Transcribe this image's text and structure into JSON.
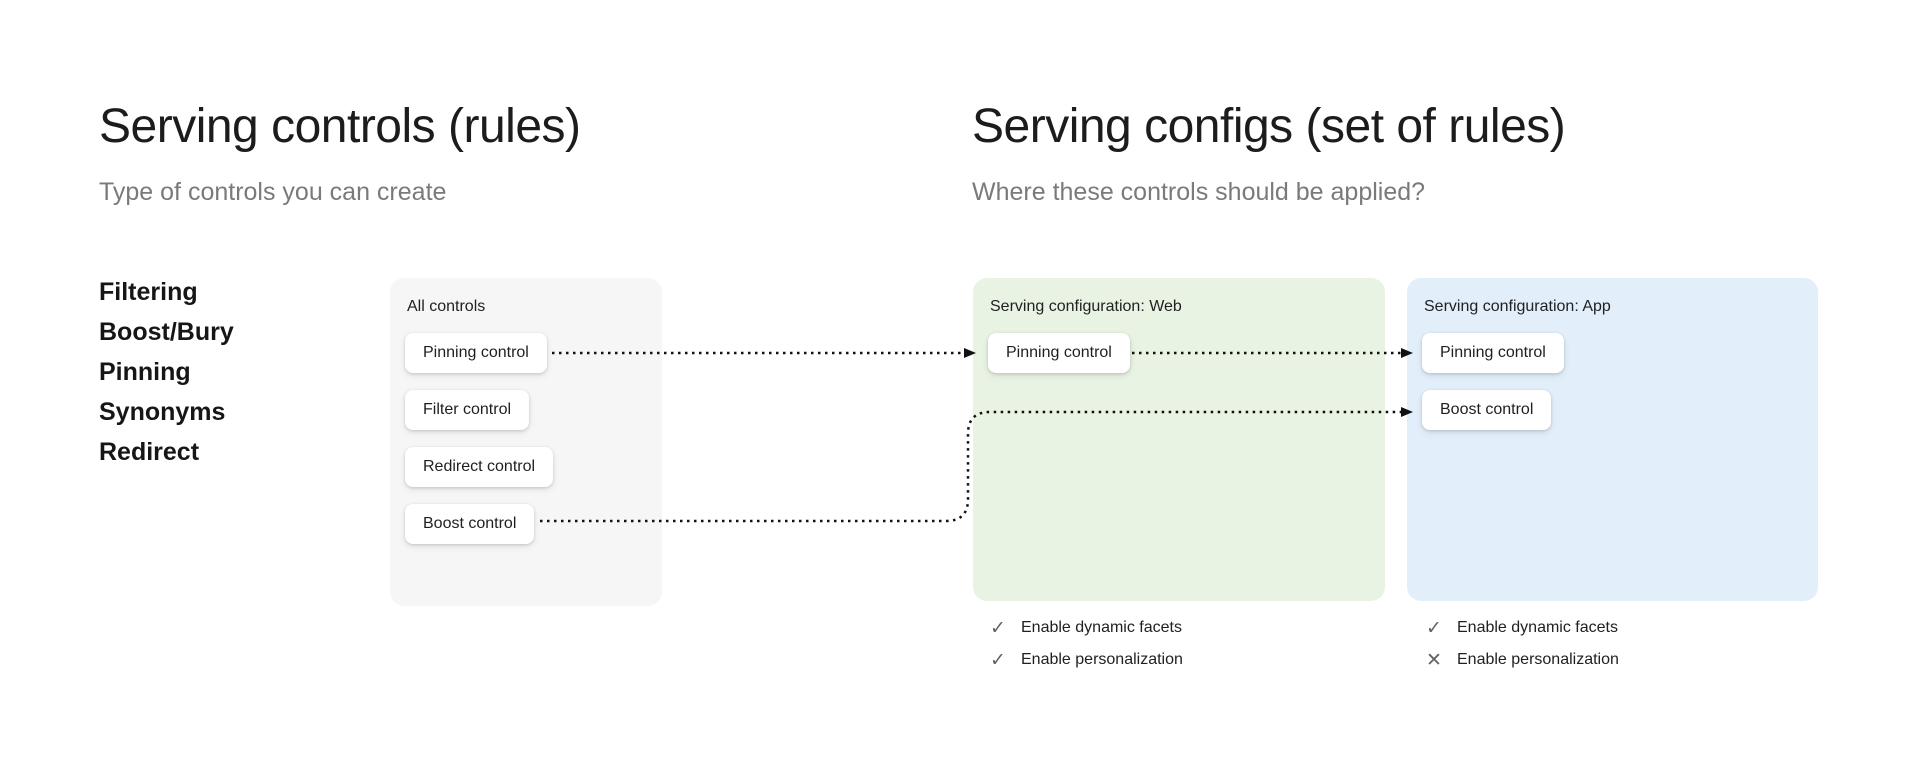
{
  "left_section": {
    "title": "Serving controls (rules)",
    "subtitle": "Type of controls you can create",
    "control_types": [
      "Filtering",
      "Boost/Bury",
      "Pinning",
      "Synonyms",
      "Redirect"
    ]
  },
  "right_section": {
    "title": "Serving configs (set of rules)",
    "subtitle": "Where these controls should be applied?"
  },
  "all_controls_card": {
    "label": "All controls",
    "controls": [
      "Pinning control",
      "Filter control",
      "Redirect control",
      "Boost control"
    ]
  },
  "web_card": {
    "label": "Serving configuration: Web",
    "controls": [
      "Pinning control"
    ],
    "features": [
      {
        "name": "Enable dynamic facets",
        "enabled": true,
        "icon": "check-icon",
        "glyph": "✓"
      },
      {
        "name": "Enable personalization",
        "enabled": true,
        "icon": "check-icon",
        "glyph": "✓"
      }
    ]
  },
  "app_card": {
    "label": "Serving configuration: App",
    "controls": [
      "Pinning control",
      "Boost control"
    ],
    "features": [
      {
        "name": "Enable dynamic facets",
        "enabled": true,
        "icon": "check-icon",
        "glyph": "✓"
      },
      {
        "name": "Enable personalization",
        "enabled": false,
        "icon": "x-icon",
        "glyph": "✕"
      }
    ]
  },
  "arrows": [
    {
      "name": "arrow-pinning-all-to-web",
      "from": "All controls / Pinning control",
      "to": "Web / Pinning control",
      "style": "dotted"
    },
    {
      "name": "arrow-pinning-web-to-app",
      "from": "Web / Pinning control",
      "to": "App / Pinning control",
      "style": "dotted"
    },
    {
      "name": "arrow-boost-all-to-app",
      "from": "All controls / Boost control",
      "to": "App / Boost control",
      "style": "dotted"
    }
  ],
  "colors": {
    "all_controls_bg": "#f6f6f6",
    "web_card_bg": "#e8f3e3",
    "app_card_bg": "#e2eefa",
    "ink": "#1c1c1c",
    "muted": "#7a7a7a",
    "icon": "#5f6368"
  }
}
